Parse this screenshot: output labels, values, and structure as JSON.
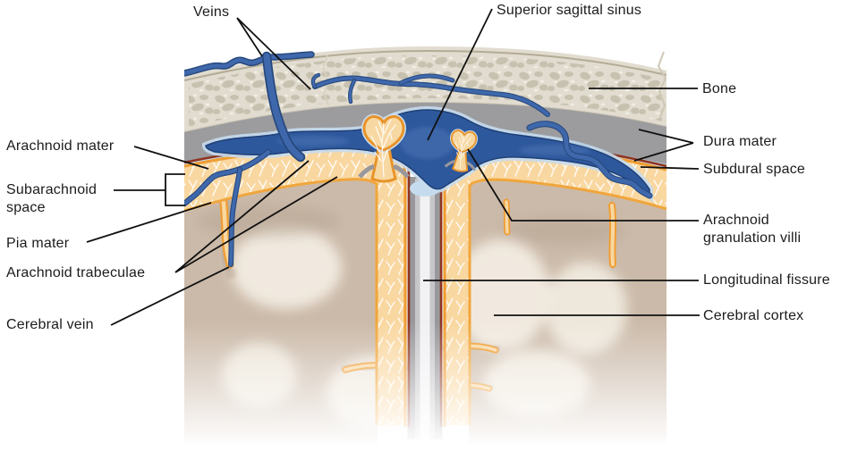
{
  "figure": {
    "labels": {
      "veins": {
        "text": "Veins"
      },
      "superior_sagittal_sinus": {
        "text": "Superior sagittal sinus"
      },
      "bone": {
        "text": "Bone"
      },
      "dura_mater": {
        "text": "Dura mater"
      },
      "subdural_space": {
        "text": "Subdural space"
      },
      "arachnoid_granulation_villi": {
        "line1": "Arachnoid",
        "line2": "granulation villi"
      },
      "longitudinal_fissure": {
        "text": "Longitudinal fissure"
      },
      "cerebral_cortex": {
        "text": "Cerebral cortex"
      },
      "arachnoid_mater": {
        "text": "Arachnoid mater"
      },
      "subarachnoid_space": {
        "line1": "Subarachnoid",
        "line2": "space"
      },
      "pia_mater": {
        "text": "Pia mater"
      },
      "arachnoid_trabeculae": {
        "text": "Arachnoid trabeculae"
      },
      "cerebral_vein": {
        "text": "Cerebral vein"
      }
    },
    "colors": {
      "bone": "#e1dccf",
      "bone_texture": "#c7c1b0",
      "dura_gray": "#9c9c9f",
      "subdural_blue": "#c9dff0",
      "inner_dura_red": "#8f3421",
      "arachnoid_orange": "#ef9d33",
      "subarachnoid_peach": "#f9d7a0",
      "trabeculae_white": "#ffffff",
      "pia_orange": "#f0a63c",
      "cortex_tan": "#cbbaa9",
      "gyri_cream": "#f2ece1",
      "sinus_blue": "#2e589c",
      "vein_blue": "#3f68ac",
      "vein_outline": "#26477d",
      "label_text": "#1c1c1c",
      "leader_line": "#101010"
    }
  }
}
